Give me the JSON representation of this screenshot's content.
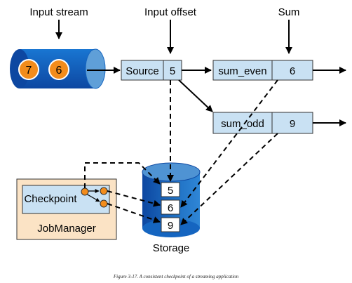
{
  "labels": {
    "input_stream": "Input stream",
    "input_offset": "Input offset",
    "sum": "Sum",
    "storage": "Storage",
    "jobmanager": "JobManager",
    "checkpoint": "Checkpoint"
  },
  "stream_values": [
    "7",
    "6"
  ],
  "source": {
    "name": "Source",
    "offset": "5"
  },
  "sum_even": {
    "name": "sum_even",
    "value": "6"
  },
  "sum_odd": {
    "name": "sum_odd",
    "value": "9"
  },
  "storage_values": [
    "5",
    "6",
    "9"
  ],
  "caption": "Figure 3-17. A consistent checkpoint of a streaming application",
  "colors": {
    "stream_blue": "#1565c0",
    "event_orange": "#f28c1c",
    "box_fill": "#c9e1f3",
    "jobmanager_fill": "#fbe3c5"
  }
}
